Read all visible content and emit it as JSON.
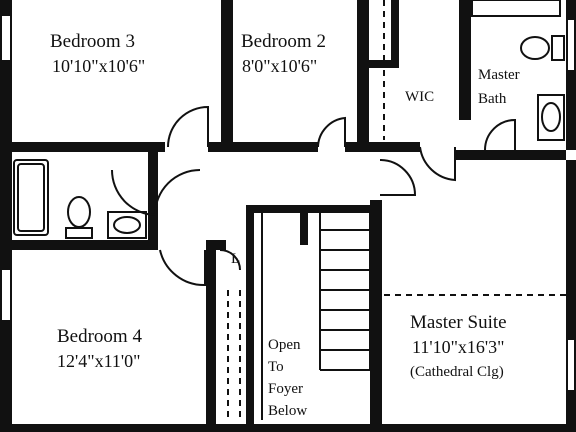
{
  "rooms": {
    "bedroom3": {
      "name": "Bedroom 3",
      "dims": "10'10\"x10'6\""
    },
    "bedroom2": {
      "name": "Bedroom 2",
      "dims": "8'0\"x10'6\""
    },
    "wic": {
      "name": "WIC"
    },
    "master_bath": {
      "line1": "Master",
      "line2": "Bath"
    },
    "bedroom4": {
      "name": "Bedroom 4",
      "dims": "12'4\"x11'0\""
    },
    "linen": {
      "name": "L"
    },
    "open_foyer": {
      "line1": "Open",
      "line2": "To",
      "line3": "Foyer",
      "line4": "Below"
    },
    "master_suite": {
      "name": "Master Suite",
      "dims": "11'10\"x16'3\"",
      "note": "(Cathedral Clg)"
    }
  },
  "colors": {
    "wall": "#111111",
    "background": "#ffffff"
  }
}
